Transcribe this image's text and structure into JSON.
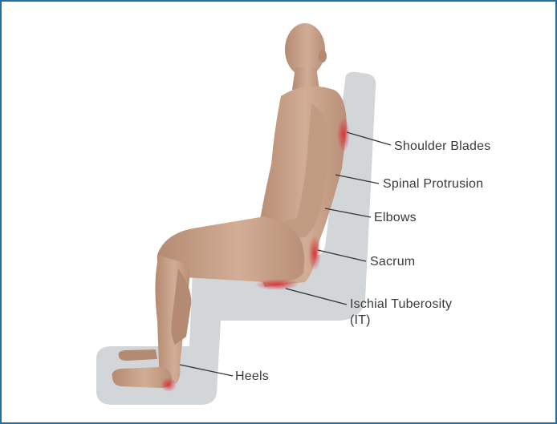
{
  "labels": {
    "shoulder_blades": "Shoulder Blades",
    "spinal_protrusion": "Spinal Protrusion",
    "elbows": "Elbows",
    "sacrum": "Sacrum",
    "ischial_line1": "Ischial Tuberosity",
    "ischial_line2": "(IT)",
    "heels": "Heels"
  },
  "colors": {
    "border": "#1f6fa6",
    "seat": "#d3d6d9",
    "skin": "#c9a48c",
    "pressure": "#d8323a",
    "leader": "#333333"
  }
}
